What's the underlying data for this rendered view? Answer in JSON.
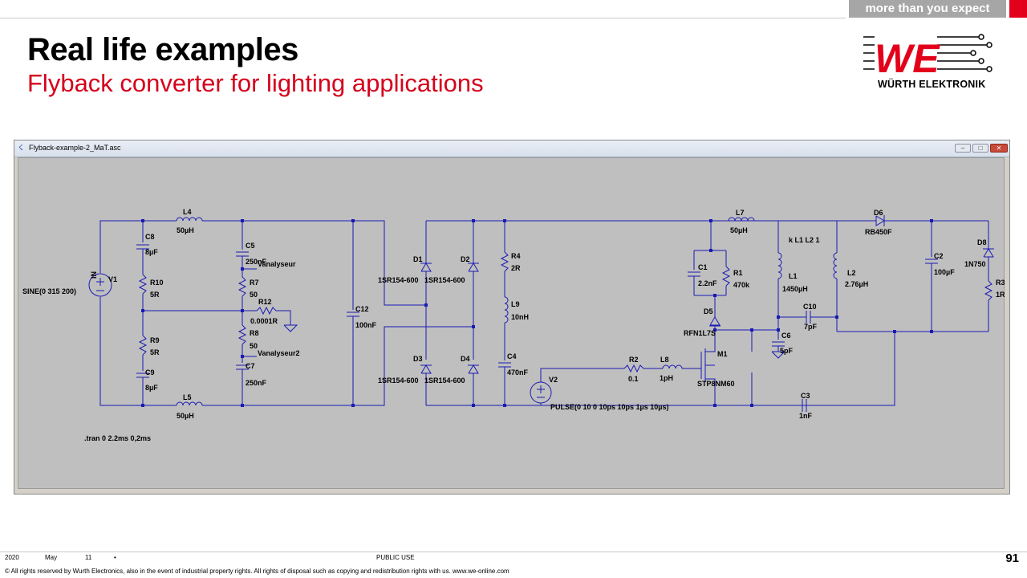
{
  "header": {
    "tagline": "more than you expect",
    "title": "Real life examples",
    "subtitle": "Flyback converter for lighting applications",
    "logo_text": "WÜRTH ELEKTRONIK",
    "logo_mark": "WE"
  },
  "window": {
    "title": "Flyback-example-2_MaT.asc",
    "buttons": {
      "minimize": "–",
      "maximize": "□",
      "close": "✕"
    }
  },
  "schematic": {
    "source_v1": {
      "name": "V1",
      "value": "SINE(0 315 200)",
      "pin": "IN"
    },
    "l4": {
      "name": "L4",
      "value": "50µH"
    },
    "l5": {
      "name": "L5",
      "value": "50µH"
    },
    "c8": {
      "name": "C8",
      "value": "8µF"
    },
    "r10": {
      "name": "R10",
      "value": "5R"
    },
    "r9": {
      "name": "R9",
      "value": "5R"
    },
    "c9": {
      "name": "C9",
      "value": "8µF"
    },
    "c5": {
      "name": "C5",
      "value": "250nF"
    },
    "net1": "Vanalyseur",
    "r7": {
      "name": "R7",
      "value": "50"
    },
    "r12": {
      "name": "R12",
      "value": "0.0001R"
    },
    "r8": {
      "name": "R8",
      "value": "50"
    },
    "net2": "Vanalyseur2",
    "c7": {
      "name": "C7",
      "value": "250nF"
    },
    "c12": {
      "name": "C12",
      "value": "100nF"
    },
    "d1": {
      "name": "D1",
      "value": "1SR154-600"
    },
    "d2": {
      "name": "D2",
      "value": "1SR154-600"
    },
    "d3": {
      "name": "D3",
      "value": "1SR154-600"
    },
    "d4": {
      "name": "D4",
      "value": "1SR154-600"
    },
    "r4": {
      "name": "R4",
      "value": "2R"
    },
    "l9": {
      "name": "L9",
      "value": "10nH"
    },
    "c4": {
      "name": "C4",
      "value": "470nF"
    },
    "v2": {
      "name": "V2",
      "value": "PULSE(0 10 0 10ps 10ps 1µs 10µs)"
    },
    "r2": {
      "name": "R2",
      "value": "0.1"
    },
    "l8": {
      "name": "L8",
      "value": "1pH"
    },
    "m1": {
      "name": "M1",
      "value": "STP8NM60"
    },
    "l7": {
      "name": "L7",
      "value": "50µH"
    },
    "c1": {
      "name": "C1",
      "value": "2.2nF"
    },
    "r1": {
      "name": "R1",
      "value": "470k"
    },
    "d5": {
      "name": "D5",
      "value": "RFN1L7S"
    },
    "coupling": "k L1 L2 1",
    "l1": {
      "name": "L1",
      "value": "1450µH"
    },
    "c6": {
      "name": "C6",
      "value": "5pF"
    },
    "c10": {
      "name": "C10",
      "value": "7pF"
    },
    "c3": {
      "name": "C3",
      "value": "1nF"
    },
    "l2": {
      "name": "L2",
      "value": "2.76µH"
    },
    "d6": {
      "name": "D6",
      "value": "RB450F"
    },
    "c2": {
      "name": "C2",
      "value": "100µF"
    },
    "d8": {
      "name": "D8",
      "value": "1N750"
    },
    "r3": {
      "name": "R3",
      "value": "1R"
    },
    "directive": ".tran 0 2.2ms 0,2ms"
  },
  "footer": {
    "year": "2020",
    "month": "May",
    "day": "11",
    "dot": "•",
    "classification": "PUBLIC USE",
    "page": "91",
    "copyright": "© All rights reserved by Wurth Electronics, also in the event of industrial property rights. All rights of disposal such as copying and redistribution rights with us. www.we-online.com"
  },
  "colors": {
    "wire": "#1a1ab4",
    "brand_red": "#e3001b",
    "canvas": "#bfbfbf"
  }
}
